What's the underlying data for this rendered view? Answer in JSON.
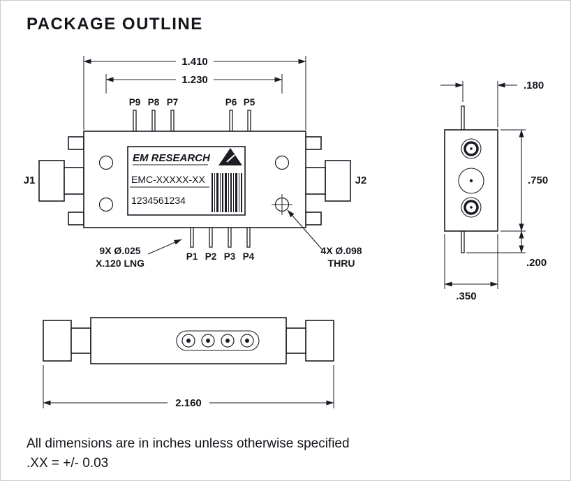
{
  "title": "PACKAGE OUTLINE",
  "top_view": {
    "dim_overall": "1.410",
    "dim_inner": "1.230",
    "pin_labels_top": [
      "P9",
      "P8",
      "P7",
      "P6",
      "P5"
    ],
    "pin_labels_bottom": [
      "P1",
      "P2",
      "P3",
      "P4"
    ],
    "connector_left_label": "J1",
    "connector_right_label": "J2",
    "device_label": {
      "brand": "EM RESEARCH",
      "model": "EMC-XXXXX-XX",
      "serial": "1234561234"
    },
    "callout_pins_line1": "9X Ø.025",
    "callout_pins_line2": "X.120 LNG",
    "callout_holes_line1": "4X Ø.098",
    "callout_holes_line2": "THRU"
  },
  "side_view": {
    "dim_width": ".180",
    "dim_height": ".750",
    "dim_pin_length": ".200",
    "dim_depth": ".350"
  },
  "bottom_view": {
    "dim_length": "2.160"
  },
  "notes": {
    "line1": "All dimensions are in inches unless otherwise specified",
    "line2": ".XX = +/- 0.03"
  }
}
